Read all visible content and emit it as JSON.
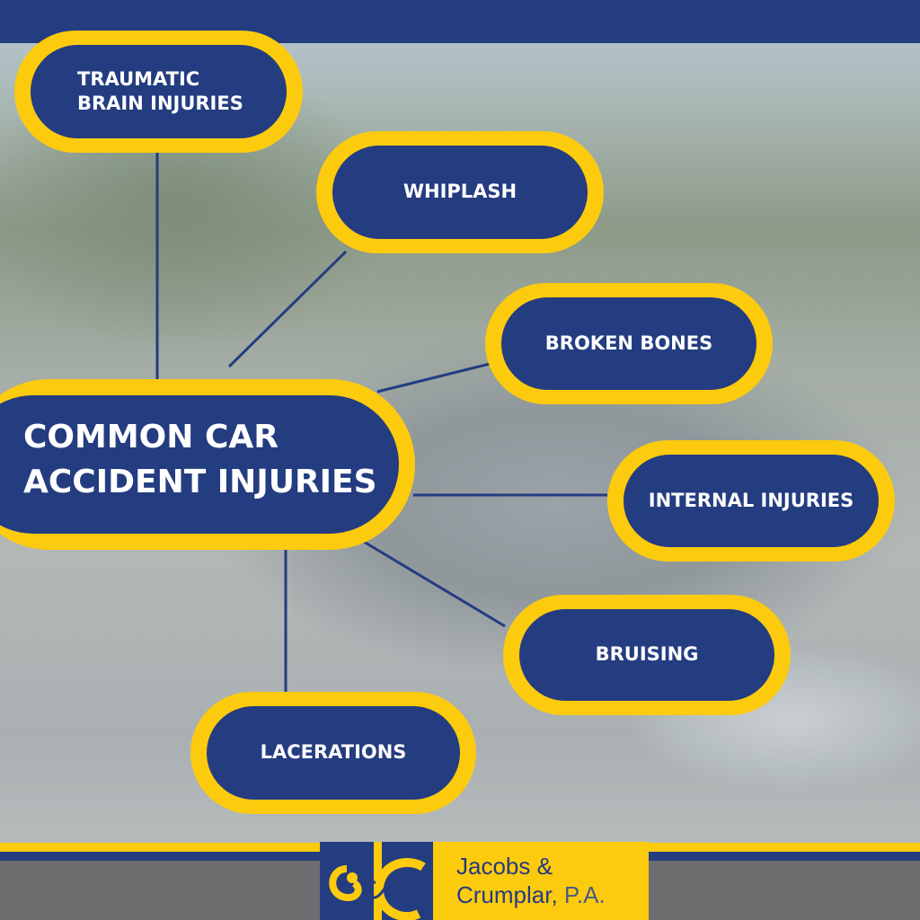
{
  "title": "COMMON CAR ACCIDENT INJURIES",
  "injuries": [
    "TRAUMATIC BRAIN INJURIES",
    "WHIPLASH",
    "BROKEN BONES",
    "INTERNAL INJURIES",
    "BRUISING",
    "LACERATIONS"
  ],
  "logo": {
    "monogram": "J&C",
    "line1": "Jacobs &",
    "line2": "Crumplar,",
    "suffix": " P.A."
  },
  "colors": {
    "navy": "#243c80",
    "yellow": "#fccb0e"
  }
}
